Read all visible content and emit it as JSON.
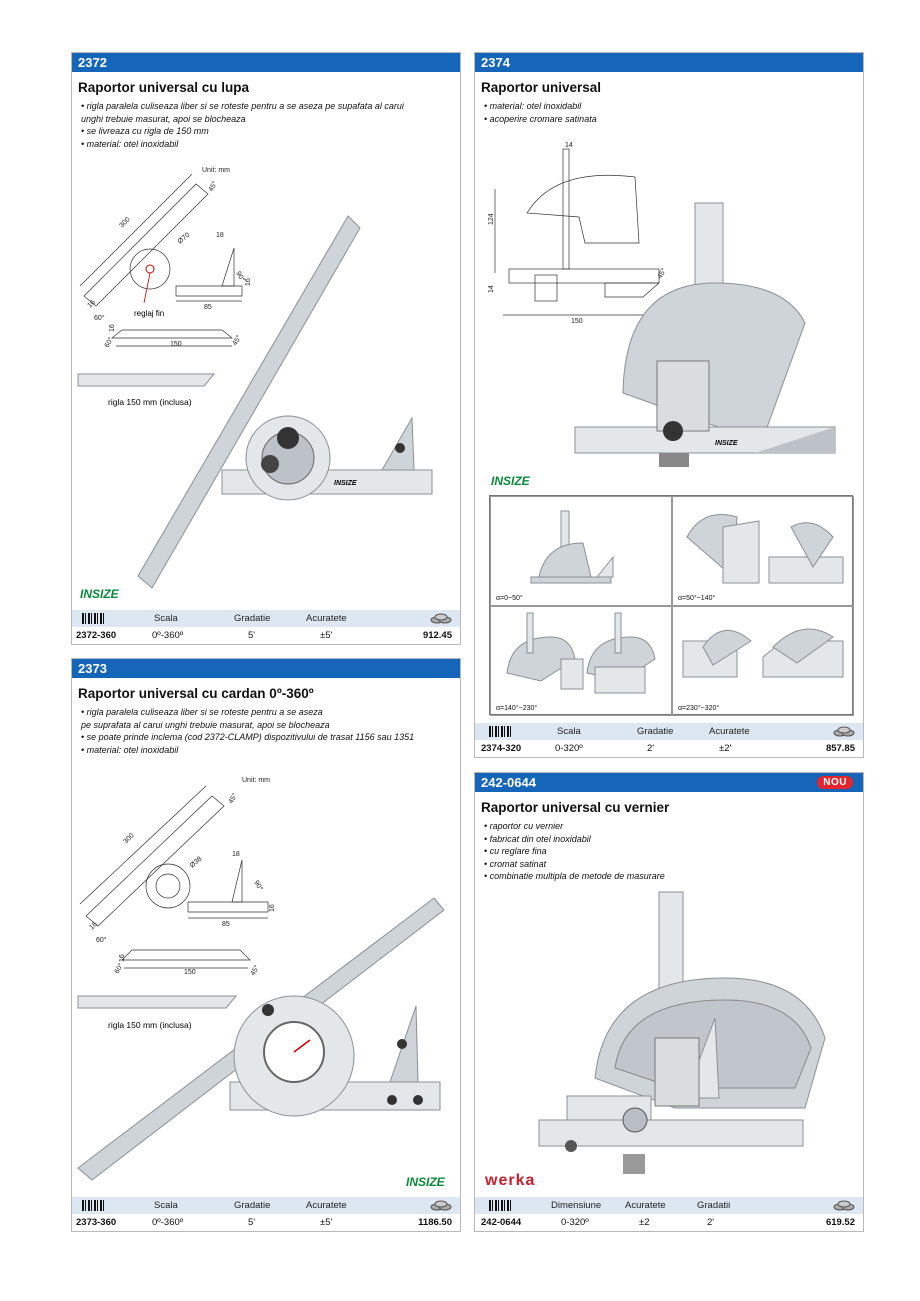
{
  "cards": {
    "c2372": {
      "code": "2372",
      "title": "Raportor universal cu lupa",
      "bullets": [
        "• rigla paralela culiseaza liber si se roteste pentru a se aseza pe supafata al carui",
        "unghi trebuie masurat, apoi se blocheaza",
        "• se livreaza cu rigla de 150 mm",
        "• material: otel inoxidabil"
      ],
      "unit": "Unit: mm",
      "dims": {
        "d300": "300",
        "d45": "45°",
        "d70": "Ø70",
        "d18": "18",
        "d90": "90°",
        "d16": "16",
        "d85": "85",
        "d16b": "16",
        "d60": "60°",
        "d150": "150",
        "d45b": "45°",
        "d16c": "16",
        "d60b": "60°"
      },
      "reglaj": "reglaj fin",
      "rigla": "rigla 150 mm (inclusa)",
      "brand": "INSIZE",
      "headers": [
        "Scala",
        "Gradatie",
        "Acuratete"
      ],
      "row": {
        "code": "2372-360",
        "scala": "0º-360º",
        "gradatie": "5'",
        "acuratete": "±5'",
        "price": "912.45"
      }
    },
    "c2373": {
      "code": "2373",
      "title": "Raportor universal cu cardan 0º-360º",
      "bullets": [
        "• rigla paralela culiseaza liber si se roteste pentru a se aseza",
        "pe suprafata al carui unghi trebuie masurat, apoi se blocheaza",
        "• se poate prinde inclema  (cod 2372-CLAMP) dispozitivului de trasat 1156 sau 1351",
        "• material: otel inoxidabil"
      ],
      "unit": "Unit: mm",
      "dims": {
        "d300": "300",
        "d45": "45°",
        "d38": "Ø38",
        "d18": "18",
        "d90": "90°",
        "d16": "16",
        "d85": "85",
        "d16b": "16",
        "d60": "60°",
        "d150": "150",
        "d45b": "45°",
        "d16c": "16",
        "d60b": "60°"
      },
      "rigla": "rigla 150 mm (inclusa)",
      "brand": "INSIZE",
      "headers": [
        "Scala",
        "Gradatie",
        "Acuratete"
      ],
      "row": {
        "code": "2373-360",
        "scala": "0º-360º",
        "gradatie": "5'",
        "acuratete": "±5'",
        "price": "1186.50"
      }
    },
    "c2374": {
      "code": "2374",
      "title": "Raportor universal",
      "bullets": [
        "• material: otel inoxidabil",
        "• acoperire cromare satinata"
      ],
      "dims": {
        "d14": "14",
        "d124": "124",
        "d14b": "14",
        "d150": "150",
        "d45": "45°"
      },
      "brand": "INSIZE",
      "ranges": [
        "α=0~50°",
        "α=50°~140°",
        "α=140°~230°",
        "α=230°~320°"
      ],
      "headers": [
        "Scala",
        "Gradatie",
        "Acuratete"
      ],
      "row": {
        "code": "2374-320",
        "scala": "0-320º",
        "gradatie": "2'",
        "acuratete": "±2'",
        "price": "857.85"
      }
    },
    "c242": {
      "code": "242-0644",
      "badge": "NOU",
      "title": "Raportor universal cu vernier",
      "bullets": [
        "• raportor cu vernier",
        "• fabricat din otel inoxidabil",
        "• cu reglare fina",
        "• cromat satinat",
        "• combinatie multipla de metode de masurare"
      ],
      "brand": "werka",
      "headers": [
        "Dimensiune",
        "Acuratete",
        "Gradatii"
      ],
      "row": {
        "code": "242-0644",
        "scala": "0-320º",
        "gradatie": "±2",
        "acuratete": "2'",
        "price": "619.52"
      }
    }
  }
}
